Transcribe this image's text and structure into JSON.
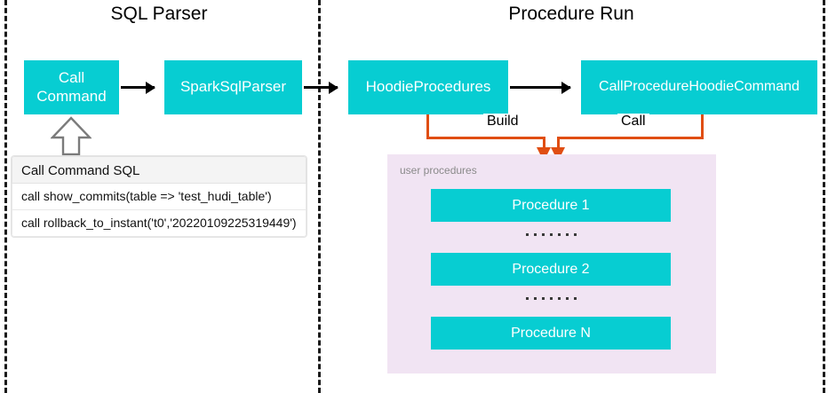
{
  "sections": [
    {
      "title": "SQL Parser"
    },
    {
      "title": "Procedure Run"
    }
  ],
  "flow": {
    "nodes": [
      {
        "id": "call-command",
        "label": "Call\nCommand"
      },
      {
        "id": "spark-sql-parser",
        "label": "SparkSqlParser"
      },
      {
        "id": "hoodie-procedures",
        "label": "HoodieProcedures"
      },
      {
        "id": "call-procedure-hoodie-command",
        "label": "CallProcedureHoodieCommand"
      }
    ],
    "edge_labels": {
      "build": "Build",
      "call": "Call"
    }
  },
  "sql_table": {
    "header": "Call Command SQL",
    "rows": [
      "call show_commits(table => 'test_hudi_table')",
      "call rollback_to_instant('t0','20220109225319449')"
    ]
  },
  "user_procedures": {
    "label": "user procedures",
    "items": [
      {
        "label": "Procedure 1"
      },
      {
        "label": "Procedure 2"
      },
      {
        "label": "Procedure N"
      }
    ],
    "ellipsis_dot_count": 7
  },
  "colors": {
    "node_fill": "#07CDD2",
    "node_text": "#FFFFFF",
    "panel_fill": "#F1E4F3",
    "panel_label": "#8A8A8A",
    "connector_orange": "#E04E12",
    "arrow_black": "#000000",
    "divider_dash": "#1A1A1A",
    "table_header_fill": "#F4F4F4",
    "background": "#FFFFFF"
  }
}
